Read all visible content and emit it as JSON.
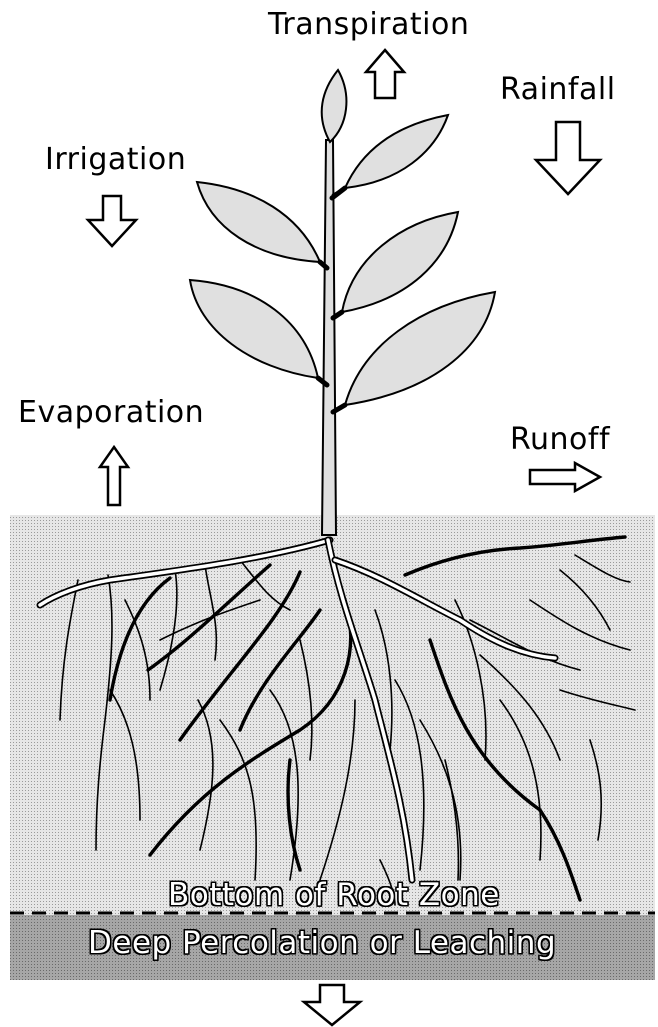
{
  "labels": {
    "transpiration": "Transpiration",
    "rainfall": "Rainfall",
    "irrigation": "Irrigation",
    "evaporation": "Evaporation",
    "runoff": "Runoff",
    "root_zone_bottom": "Bottom of Root Zone",
    "deep_percolation": "Deep Percolation or Leaching"
  },
  "colors": {
    "soil": "#d9d9d9",
    "deep_layer": "#9a9a9a",
    "leaf": "#e0e0e0",
    "outline": "#000000",
    "background": "#ffffff"
  },
  "icons": {
    "transpiration": "arrow-up-icon",
    "rainfall": "arrow-down-icon",
    "irrigation": "arrow-down-icon",
    "evaporation": "arrow-up-icon",
    "runoff": "arrow-right-icon",
    "deep_percolation": "arrow-down-icon"
  }
}
